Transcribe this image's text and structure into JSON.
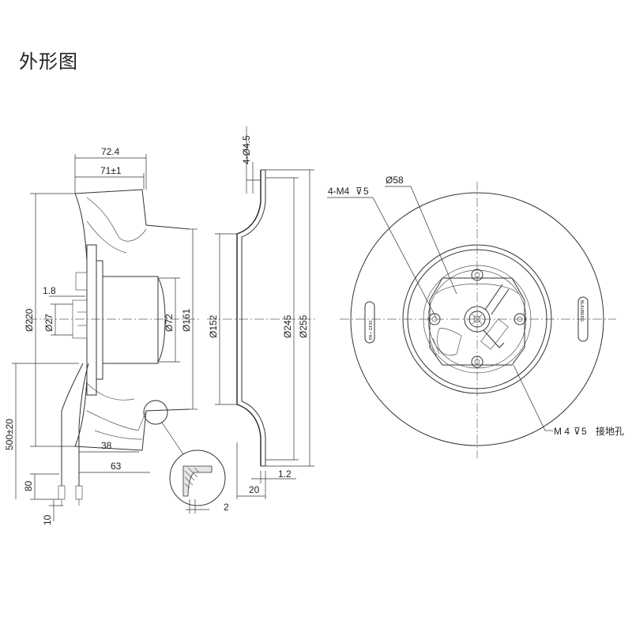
{
  "title": "外形图",
  "side_view": {
    "dims": {
      "d724": "72.4",
      "d71": "71±1",
      "d18": "1.8",
      "d220": "Ø220",
      "d27": "Ø27",
      "d72": "Ø72",
      "d161": "Ø161",
      "d500": "500±20",
      "d38": "38",
      "d63": "63",
      "d80": "80",
      "d10": "10",
      "d2": "2"
    }
  },
  "section_view": {
    "dims": {
      "d45": "4-Ø4.5",
      "d152": "Ø152",
      "d245": "Ø245",
      "d255": "Ø255",
      "d20": "20",
      "d12": "1.2"
    }
  },
  "front_view": {
    "dims": {
      "m4_4": "4-M4",
      "m4_4_depth": "5",
      "d58": "Ø58",
      "m4_ground": "M 4",
      "m4_ground_depth": "5",
      "ground_label": "接地孔"
    },
    "stickers": {
      "left": "PA + GF30",
      "right": "BLAUBERG"
    }
  }
}
